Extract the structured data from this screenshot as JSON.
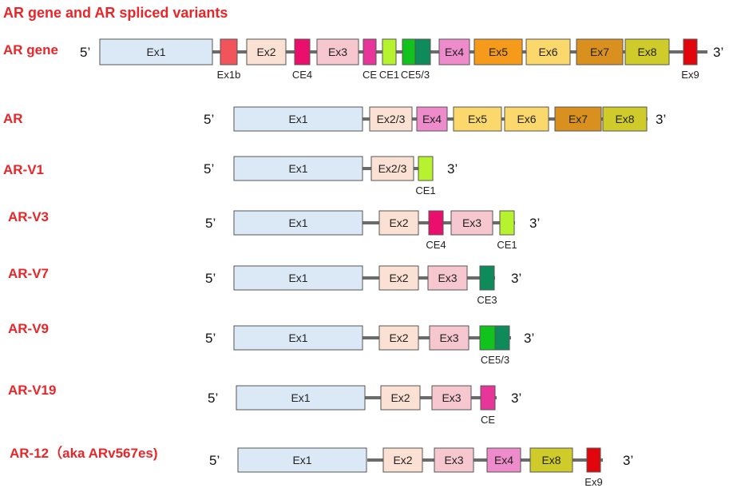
{
  "title": "AR gene and AR spliced variants",
  "colors": {
    "Ex1": "#dbe9f6",
    "Ex1b": "#f2545b",
    "Ex2": "#fbe1d3",
    "Ex2/3": "#fbe1d3",
    "Ex3": "#f6c7cf",
    "Ex4": "#ee8ccb",
    "Ex5": "#f59a1a",
    "Ex5v": "#fbd86b",
    "Ex6": "#fbd86b",
    "Ex7": "#d9901f",
    "Ex8": "#cfcb2a",
    "Ex9": "#e0060b",
    "CE4": "#ea0f6c",
    "CE": "#e8359a",
    "CE1": "#b6f22d",
    "CE5": "#12c31d",
    "CE3": "#0f8a5b"
  },
  "rows": [
    {
      "label": "AR gene",
      "five": "5’",
      "three": "3’",
      "segments": [
        {
          "text": "Ex1",
          "color": "Ex1"
        },
        {
          "below": "Ex1b",
          "color": "Ex1b"
        },
        {
          "text": "Ex2",
          "color": "Ex2"
        },
        {
          "below": "CE4",
          "color": "CE4"
        },
        {
          "text": "Ex3",
          "color": "Ex3"
        },
        {
          "below": "CE",
          "color": "CE"
        },
        {
          "below": "CE1",
          "color": "CE1"
        },
        {
          "below": "CE5/3",
          "color": "CE5"
        },
        {
          "color": "CE3"
        },
        {
          "text": "Ex4",
          "color": "Ex4"
        },
        {
          "text": "Ex5",
          "color": "Ex5"
        },
        {
          "text": "Ex6",
          "color": "Ex6"
        },
        {
          "text": "Ex7",
          "color": "Ex7"
        },
        {
          "text": "Ex8",
          "color": "Ex8"
        },
        {
          "below": "Ex9",
          "color": "Ex9"
        }
      ]
    },
    {
      "label": "AR",
      "five": "5’",
      "three": "3’",
      "segments": [
        {
          "text": "Ex1",
          "color": "Ex1"
        },
        {
          "text": "Ex2/3",
          "color": "Ex2/3"
        },
        {
          "text": "Ex4",
          "color": "Ex4"
        },
        {
          "text": "Ex5",
          "color": "Ex5v"
        },
        {
          "text": "Ex6",
          "color": "Ex6"
        },
        {
          "text": "Ex7",
          "color": "Ex7"
        },
        {
          "text": "Ex8",
          "color": "Ex8"
        }
      ]
    },
    {
      "label": "AR-V1",
      "five": "5’",
      "three": "3’",
      "segments": [
        {
          "text": "Ex1",
          "color": "Ex1"
        },
        {
          "text": "Ex2/3",
          "color": "Ex2/3"
        },
        {
          "below": "CE1",
          "color": "CE1"
        }
      ]
    },
    {
      "label": "AR-V3",
      "five": "5’",
      "three": "3’",
      "segments": [
        {
          "text": "Ex1",
          "color": "Ex1"
        },
        {
          "text": "Ex2",
          "color": "Ex2"
        },
        {
          "below": "CE4",
          "color": "CE4"
        },
        {
          "text": "Ex3",
          "color": "Ex3"
        },
        {
          "below": "CE1",
          "color": "CE1"
        }
      ]
    },
    {
      "label": "AR-V7",
      "five": "5’",
      "three": "3’",
      "segments": [
        {
          "text": "Ex1",
          "color": "Ex1"
        },
        {
          "text": "Ex2",
          "color": "Ex2"
        },
        {
          "text": "Ex3",
          "color": "Ex3"
        },
        {
          "below": "CE3",
          "color": "CE3"
        }
      ]
    },
    {
      "label": "AR-V9",
      "five": "5’",
      "three": "3’",
      "segments": [
        {
          "text": "Ex1",
          "color": "Ex1"
        },
        {
          "text": "Ex2",
          "color": "Ex2"
        },
        {
          "text": "Ex3",
          "color": "Ex3"
        },
        {
          "below": "CE5/3",
          "color": "CE5"
        },
        {
          "color": "CE3"
        }
      ]
    },
    {
      "label": "AR-V19",
      "five": "5’",
      "three": "3’",
      "segments": [
        {
          "text": "Ex1",
          "color": "Ex1"
        },
        {
          "text": "Ex2",
          "color": "Ex2"
        },
        {
          "text": "Ex3",
          "color": "Ex3"
        },
        {
          "below": "CE",
          "color": "CE"
        }
      ]
    },
    {
      "label": "AR-12（aka ARv567es)",
      "five": "5’",
      "three": "3’",
      "segments": [
        {
          "text": "Ex1",
          "color": "Ex1"
        },
        {
          "text": "Ex2",
          "color": "Ex2"
        },
        {
          "text": "Ex3",
          "color": "Ex3"
        },
        {
          "text": "Ex4",
          "color": "Ex4"
        },
        {
          "text": "Ex8",
          "color": "Ex8"
        },
        {
          "below": "Ex9",
          "color": "Ex9"
        }
      ]
    }
  ]
}
